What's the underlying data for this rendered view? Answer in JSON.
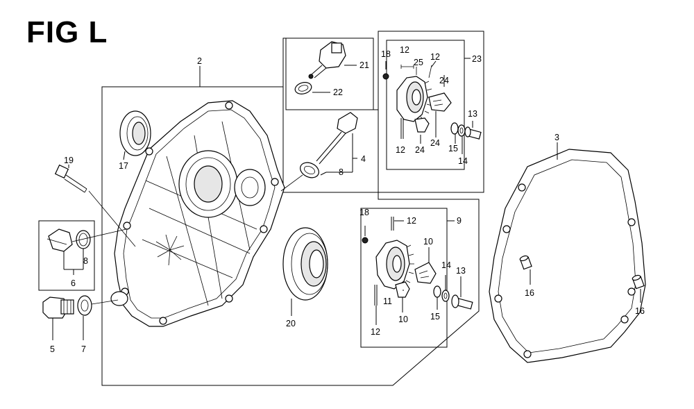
{
  "figure": {
    "title": "FIG L"
  },
  "callouts": [
    {
      "id": "c2",
      "text": "2"
    },
    {
      "id": "c3",
      "text": "3"
    },
    {
      "id": "c4",
      "text": "4"
    },
    {
      "id": "c5",
      "text": "5"
    },
    {
      "id": "c6",
      "text": "6"
    },
    {
      "id": "c7",
      "text": "7"
    },
    {
      "id": "c8a",
      "text": "8"
    },
    {
      "id": "c8b",
      "text": "8"
    },
    {
      "id": "c9",
      "text": "9"
    },
    {
      "id": "c10a",
      "text": "10"
    },
    {
      "id": "c10b",
      "text": "10"
    },
    {
      "id": "c11",
      "text": "11"
    },
    {
      "id": "c12a",
      "text": "12"
    },
    {
      "id": "c12b",
      "text": "12"
    },
    {
      "id": "c12c",
      "text": "12"
    },
    {
      "id": "c12d",
      "text": "12"
    },
    {
      "id": "c12e",
      "text": "12"
    },
    {
      "id": "c13a",
      "text": "13"
    },
    {
      "id": "c13b",
      "text": "13"
    },
    {
      "id": "c14a",
      "text": "14"
    },
    {
      "id": "c14b",
      "text": "14"
    },
    {
      "id": "c15a",
      "text": "15"
    },
    {
      "id": "c15b",
      "text": "15"
    },
    {
      "id": "c16a",
      "text": "16"
    },
    {
      "id": "c16b",
      "text": "16"
    },
    {
      "id": "c17",
      "text": "17"
    },
    {
      "id": "c18a",
      "text": "18"
    },
    {
      "id": "c18b",
      "text": "18"
    },
    {
      "id": "c19",
      "text": "19"
    },
    {
      "id": "c20",
      "text": "20"
    },
    {
      "id": "c21",
      "text": "21"
    },
    {
      "id": "c22",
      "text": "22"
    },
    {
      "id": "c23",
      "text": "23"
    },
    {
      "id": "c24a",
      "text": "24"
    },
    {
      "id": "c24b",
      "text": "24"
    },
    {
      "id": "c24c",
      "text": "24"
    },
    {
      "id": "c25",
      "text": "25"
    }
  ]
}
